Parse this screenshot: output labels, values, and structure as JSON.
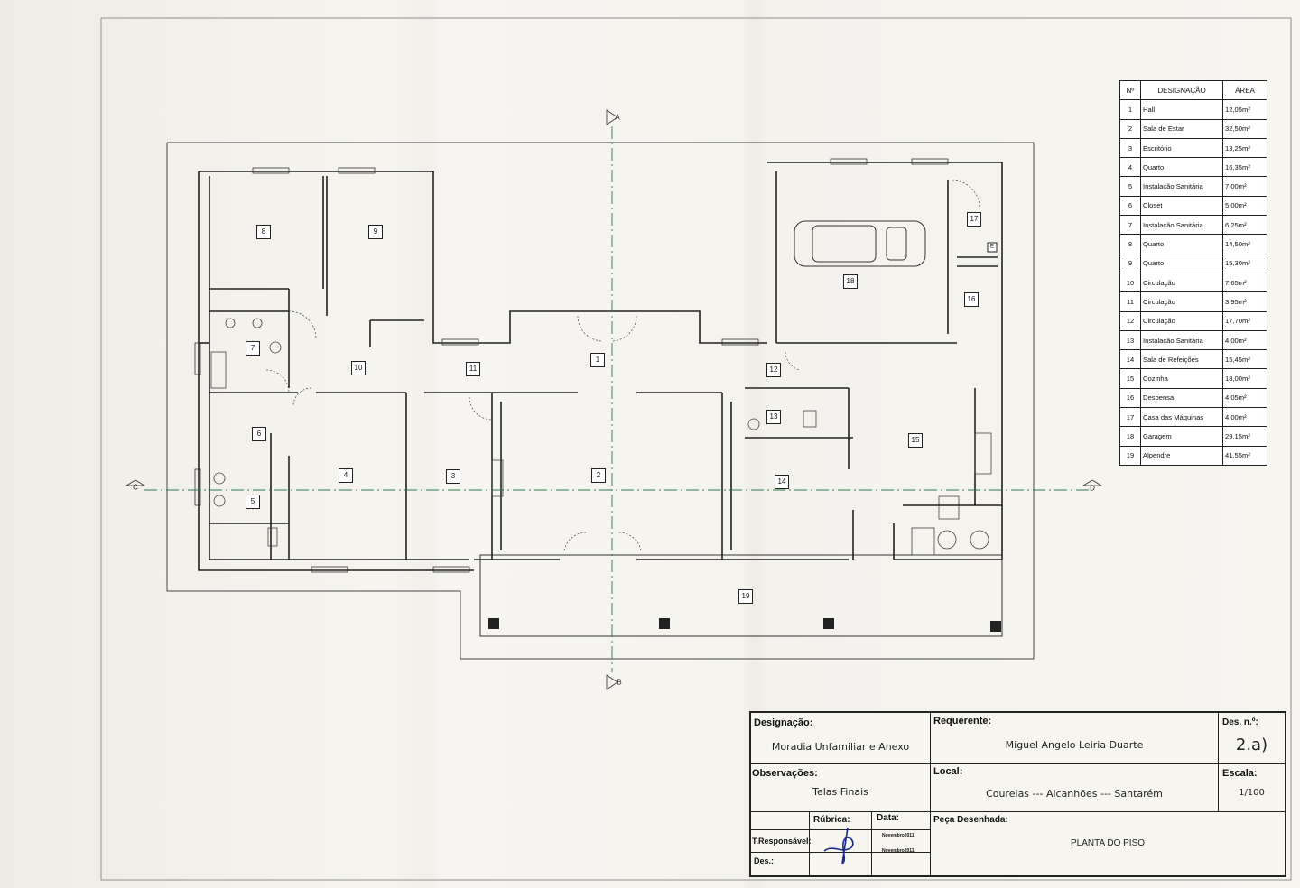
{
  "plan": {
    "section_marks": {
      "top": "A",
      "bottom": "B",
      "left": "C",
      "right": "D"
    },
    "rooms": [
      {
        "label": "1"
      },
      {
        "label": "2"
      },
      {
        "label": "3"
      },
      {
        "label": "4"
      },
      {
        "label": "5"
      },
      {
        "label": "6"
      },
      {
        "label": "7"
      },
      {
        "label": "8"
      },
      {
        "label": "9"
      },
      {
        "label": "10"
      },
      {
        "label": "11"
      },
      {
        "label": "12"
      },
      {
        "label": "13"
      },
      {
        "label": "14"
      },
      {
        "label": "15"
      },
      {
        "label": "16"
      },
      {
        "label": "17"
      },
      {
        "label": "18"
      },
      {
        "label": "19"
      }
    ],
    "small_mark": "E"
  },
  "area_table": {
    "headers": {
      "num": "Nº",
      "name": "DESIGNAÇÃO",
      "area": "ÁREA"
    },
    "rows": [
      {
        "num": "1",
        "name": "Hall",
        "area": "12,05m²"
      },
      {
        "num": "2",
        "name": "Sala de Estar",
        "area": "32,50m²"
      },
      {
        "num": "3",
        "name": "Escritório",
        "area": "13,25m²"
      },
      {
        "num": "4",
        "name": "Quarto",
        "area": "16,35m²"
      },
      {
        "num": "5",
        "name": "Instalação Sanitária",
        "area": "7,00m²"
      },
      {
        "num": "6",
        "name": "Closet",
        "area": "5,00m²"
      },
      {
        "num": "7",
        "name": "Instalação Sanitária",
        "area": "6,25m²"
      },
      {
        "num": "8",
        "name": "Quarto",
        "area": "14,50m²"
      },
      {
        "num": "9",
        "name": "Quarto",
        "area": "15,30m²"
      },
      {
        "num": "10",
        "name": "Circulação",
        "area": "7,65m²"
      },
      {
        "num": "11",
        "name": "Circulação",
        "area": "3,95m²"
      },
      {
        "num": "12",
        "name": "Circulação",
        "area": "17,70m²"
      },
      {
        "num": "13",
        "name": "Instalação Sanitária",
        "area": "4,00m²"
      },
      {
        "num": "14",
        "name": "Sala de Refeições",
        "area": "15,45m²"
      },
      {
        "num": "15",
        "name": "Cozinha",
        "area": "18,00m²"
      },
      {
        "num": "16",
        "name": "Despensa",
        "area": "4,05m²"
      },
      {
        "num": "17",
        "name": "Casa das Máquinas",
        "area": "4,00m²"
      },
      {
        "num": "18",
        "name": "Garagem",
        "area": "29,15m²"
      },
      {
        "num": "19",
        "name": "Alpendre",
        "area": "41,55m²"
      }
    ]
  },
  "title_block": {
    "designacao_label": "Designação:",
    "designacao_value": "Moradia Unfamiliar e Anexo",
    "requerente_label": "Requerente:",
    "requerente_value": "Miguel Angelo Leiria Duarte",
    "des_n_label": "Des. n.º:",
    "des_n_value": "2.a)",
    "observacoes_label": "Observações:",
    "observacoes_value": "Telas Finais",
    "local_label": "Local:",
    "local_value": "Courelas --- Alcanhões --- Santarém",
    "escala_label": "Escala:",
    "escala_value": "1/100",
    "rubrica_label": "Rúbrica:",
    "data_label": "Data:",
    "t_responsavel_label": "T.Responsável:",
    "des_label": "Des.:",
    "date_1": "Novembro2011",
    "date_2": "Novembro2011",
    "peca_label": "Peça Desenhada:",
    "peca_value": "PLANTA DO PISO"
  },
  "colors": {
    "line": "#222222",
    "axis": "#2e7a4e",
    "paper": "#f5f3ee"
  }
}
